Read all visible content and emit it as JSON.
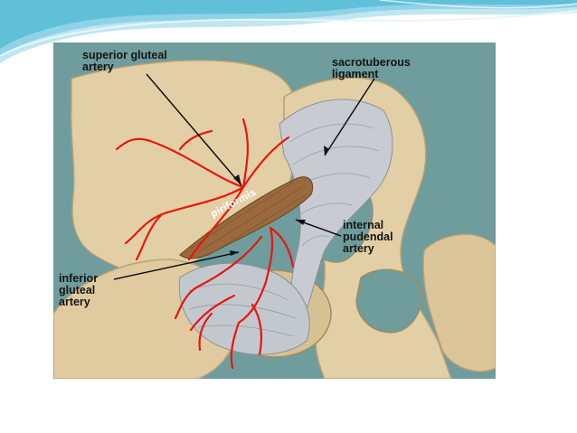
{
  "slide": {
    "accent_color": "#5fc0d8"
  },
  "figure": {
    "background_color": "#6f9c9c",
    "bone_color": "#e3cfa6",
    "artery_color": "#e8160e",
    "ligament_color": "#c8ccd2",
    "muscle_color": "#9a6a3e",
    "labels": {
      "superior_gluteal_artery": "superior gluteal\nartery",
      "sacrotuberous_ligament": "sacrotuberous\nligament",
      "piriformis": "piriformis",
      "internal_pudendal_artery": "internal\npudendal\nartery",
      "inferior_gluteal_artery": "inferior\ngluteal\nartery"
    }
  }
}
